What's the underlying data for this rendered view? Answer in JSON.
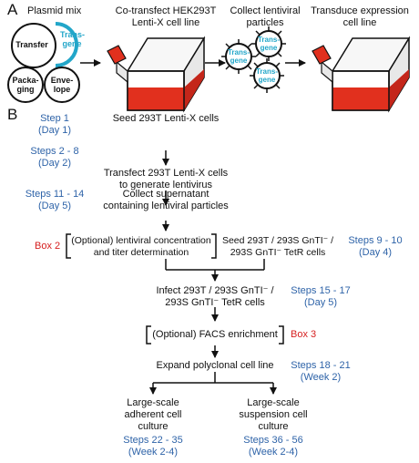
{
  "panel_a": {
    "letter": "A",
    "plasmid_mix": "Plasmid mix",
    "transfer": "Transfer",
    "transgene_line1": "Trans-",
    "transgene_line2": "gene",
    "packaging_line1": "Packa-",
    "packaging_line2": "ging",
    "envelope_line1": "Enve-",
    "envelope_line2": "lope",
    "cotransfect_line1": "Co-transfect HEK293T",
    "cotransfect_line2": "Lenti-X cell line",
    "collect_line1": "Collect lentiviral",
    "collect_line2": "particles",
    "virus_line1": "Trans-",
    "virus_line2": "gene",
    "transduce_line1": "Transduce expression",
    "transduce_line2": "cell line"
  },
  "panel_b": {
    "letter": "B",
    "step1_line1": "Step 1",
    "step1_line2": "(Day 1)",
    "seed293_text": "Seed 293T Lenti-X cells",
    "steps2_line1": "Steps 2 - 8",
    "steps2_line2": "(Day 2)",
    "transfect_line1": "Transfect 293T Lenti-X cells",
    "transfect_line2": "to generate lentivirus",
    "steps11_line1": "Steps 11 - 14",
    "steps11_line2": "(Day 5)",
    "collect_line1": "Collect supernatant",
    "collect_line2": "containing lentiviral particles",
    "box2": "Box 2",
    "optional_line1": "(Optional) lentiviral concentration",
    "optional_line2": "and titer determination",
    "seedmulti_line1": "Seed 293T / 293S GnTI⁻ /",
    "seedmulti_line2": "293S GnTI⁻ TetR cells",
    "steps9_line1": "Steps 9 - 10",
    "steps9_line2": "(Day 4)",
    "infect_line1": "Infect 293T / 293S GnTI⁻ /",
    "infect_line2": "293S GnTI⁻ TetR cells",
    "steps15_line1": "Steps 15 - 17",
    "steps15_line2": "(Day 5)",
    "facs": "(Optional) FACS enrichment",
    "box3": "Box 3",
    "expand": "Expand polyclonal cell line",
    "steps18_line1": "Steps 18 - 21",
    "steps18_line2": "(Week 2)",
    "adherent_line1": "Large-scale",
    "adherent_line2": "adherent cell",
    "adherent_line3": "culture",
    "suspension_line1": "Large-scale",
    "suspension_line2": "suspension cell",
    "suspension_line3": "culture",
    "steps22_line1": "Steps 22 - 35",
    "steps22_line2": "(Week 2-4)",
    "steps36_line1": "Steps 36 - 56",
    "steps36_line2": "(Week 2-4)"
  },
  "colors": {
    "blue_text": "#2e63a8",
    "red_text": "#d62020",
    "transgene_cyan": "#22a6c9",
    "flask_red": "#e1301e"
  }
}
